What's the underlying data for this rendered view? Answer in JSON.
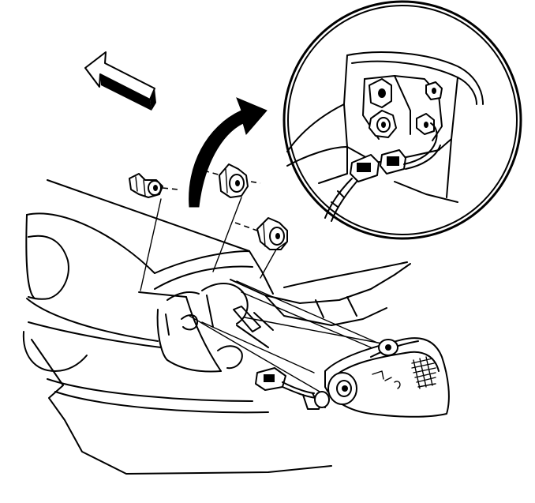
{
  "diagram": {
    "background": "#ffffff",
    "line_color": "#000000",
    "parts": [
      {
        "name": "direction-arrow",
        "kind": "block-arrow"
      },
      {
        "name": "curved-removal-arrow",
        "kind": "curved-arrow"
      },
      {
        "name": "push-pin-retainer",
        "kind": "fastener",
        "count": 3
      },
      {
        "name": "detail-magnifier",
        "kind": "circle-inset"
      },
      {
        "name": "rear-quarter-panel",
        "kind": "body-panel"
      },
      {
        "name": "lamp-assembly",
        "kind": "lamp"
      },
      {
        "name": "wiring-connector",
        "kind": "connector"
      }
    ]
  }
}
